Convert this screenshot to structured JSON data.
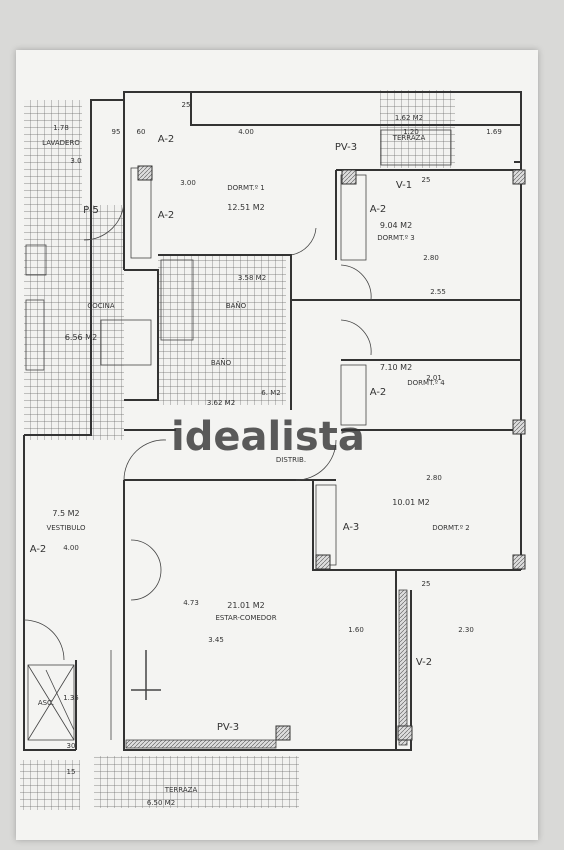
{
  "rooms": {
    "dorm1": {
      "name": "DORMT.º 1",
      "area": "12.51 M2"
    },
    "dorm2": {
      "name": "DORMT.º 2",
      "area": "10.01 M2"
    },
    "dorm3": {
      "name": "DORMT.º 3",
      "area": "9.04 M2"
    },
    "dorm4": {
      "name": "DORMT.º 4",
      "area": "7.10 M2"
    },
    "estar": {
      "name": "ESTAR-COMEDOR",
      "area": "21.01 M2"
    },
    "cocina": {
      "name": "COCINA",
      "area": "6.56 M2"
    },
    "lavadero": {
      "name": "LAVADERO",
      "area": "1.78"
    },
    "bano1": {
      "name": "BAÑO",
      "area": "3.58 M2"
    },
    "bano2": {
      "name": "BAÑO",
      "area": "3.62 M2"
    },
    "vestibulo": {
      "name": "VESTIBULO",
      "area": "7.5 M2"
    },
    "distrib": {
      "name": "DISTRIB.",
      "area": "6. M2"
    },
    "terraza_top": {
      "name": "TERRAZA",
      "area": "1.62 M2"
    },
    "terraza_bottom": {
      "name": "TERRAZA",
      "area": "6.50 M2"
    },
    "asc": {
      "name": "ASC."
    }
  },
  "codes": {
    "a2_d1a": "A-2",
    "a2_d1b": "A-2",
    "a2_d3": "A-2",
    "a2_d4": "A-2",
    "a3_d2": "A-3",
    "a2_vest": "A-2",
    "pv3_top": "PV-3",
    "pv3_bottom": "PV-3",
    "p5": "P-5",
    "v1": "V-1",
    "v2": "V-2"
  },
  "dims": {
    "d_400_top": "4.00",
    "d_300": "3.00",
    "d_60": "60",
    "d_95": "95",
    "d_120": "1.20",
    "d_169": "1.69",
    "d_280": "2.80",
    "d_255": "2.55",
    "d_201": "2.01",
    "d_280b": "2.80",
    "d_400_vest": "4.00",
    "d_473": "4.73",
    "d_345": "3.45",
    "d_160": "1.60",
    "d_230": "2.30",
    "d_135": "1.35",
    "d_30": "30",
    "d_15": "15",
    "d_25": "25",
    "d_25b": "25",
    "d_25c": "25",
    "d_3": "3.0"
  },
  "watermark": "idealista"
}
